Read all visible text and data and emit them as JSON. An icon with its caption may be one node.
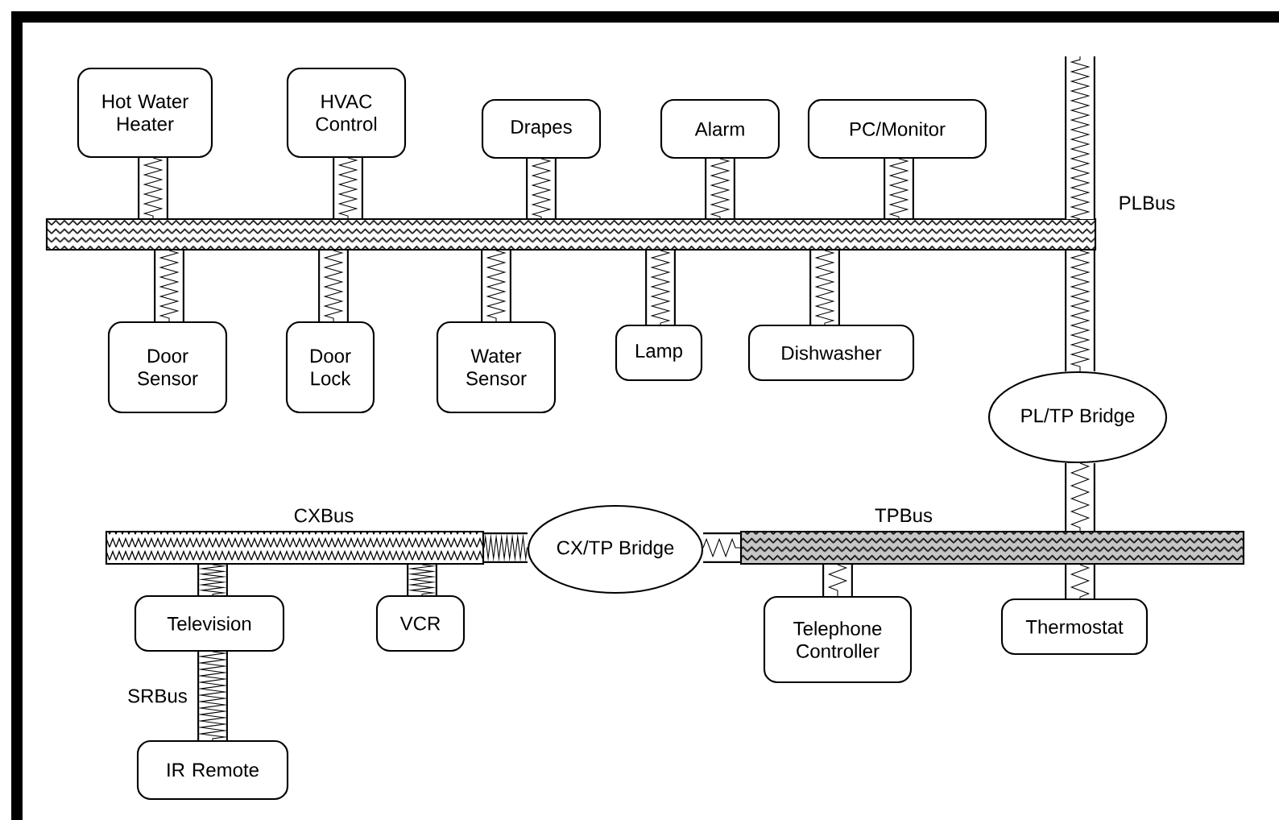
{
  "diagram": {
    "nodes": [
      {
        "text": [
          "Hot Water Heater"
        ]
      },
      {
        "text": [
          "HVAC Control"
        ]
      },
      {
        "text": [
          "Drapes"
        ]
      },
      {
        "text": [
          "Alarm"
        ]
      },
      {
        "text": [
          "PC/Monitor"
        ]
      },
      {
        "text": [
          "PLBus"
        ]
      },
      {
        "text": [
          "Door Sensor"
        ]
      },
      {
        "text": [
          "Door Lock"
        ]
      },
      {
        "text": [
          "Water Sensor"
        ]
      },
      {
        "text": [
          "Lamp"
        ]
      },
      {
        "text": [
          "Dishwasher"
        ]
      },
      {
        "text": [
          "PL/TP Bridge"
        ]
      },
      {
        "text": [
          "CXBus"
        ]
      },
      {
        "text": [
          "CX/TP Bridge"
        ]
      },
      {
        "text": [
          "TPBus"
        ]
      },
      {
        "text": [
          "Television"
        ]
      },
      {
        "text": [
          "VCR"
        ]
      },
      {
        "text": [
          "Telephone Controller"
        ]
      },
      {
        "text": [
          "Thermostat"
        ]
      },
      {
        "text": [
          "IR Remote"
        ]
      }
    ],
    "edges": [
      {
        "from": 0,
        "to": 5,
        "arrow": "none"
      },
      {
        "from": 1,
        "to": 5,
        "arrow": "none"
      },
      {
        "from": 2,
        "to": 5,
        "arrow": "none"
      },
      {
        "from": 3,
        "to": 5,
        "arrow": "none"
      },
      {
        "from": 4,
        "to": 5,
        "arrow": "none"
      },
      {
        "from": 5,
        "to": 6,
        "arrow": "none"
      },
      {
        "from": 5,
        "to": 7,
        "arrow": "none"
      },
      {
        "from": 5,
        "to": 8,
        "arrow": "none"
      },
      {
        "from": 5,
        "to": 9,
        "arrow": "none"
      },
      {
        "from": 5,
        "to": 10,
        "arrow": "none"
      },
      {
        "from": 5,
        "to": 11,
        "arrow": "none"
      },
      {
        "from": 11,
        "to": 14,
        "arrow": "none"
      },
      {
        "from": 12,
        "to": 13,
        "arrow": "none"
      },
      {
        "from": 13,
        "to": 14,
        "arrow": "none"
      },
      {
        "from": 12,
        "to": 15,
        "arrow": "none"
      },
      {
        "from": 12,
        "to": 16,
        "arrow": "none"
      },
      {
        "from": 14,
        "to": 17,
        "arrow": "none"
      },
      {
        "from": 14,
        "to": 18,
        "arrow": "none"
      },
      {
        "from": 15,
        "to": 19,
        "arrow": "none",
        "label": "SRBus"
      }
    ]
  }
}
